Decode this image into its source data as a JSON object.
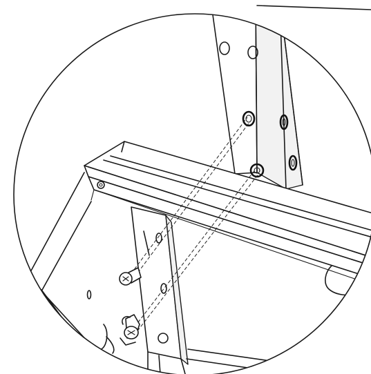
{
  "figure": {
    "kind": "assembly-detail-magnifier",
    "icons": [
      "magnifier-circle",
      "vertical-bracket",
      "horizontal-rail",
      "mounting-screw",
      "captive-screw"
    ],
    "colors": {
      "line": "#1a1a1a",
      "background": "#ffffff",
      "shade": "#f2f2f2"
    }
  }
}
